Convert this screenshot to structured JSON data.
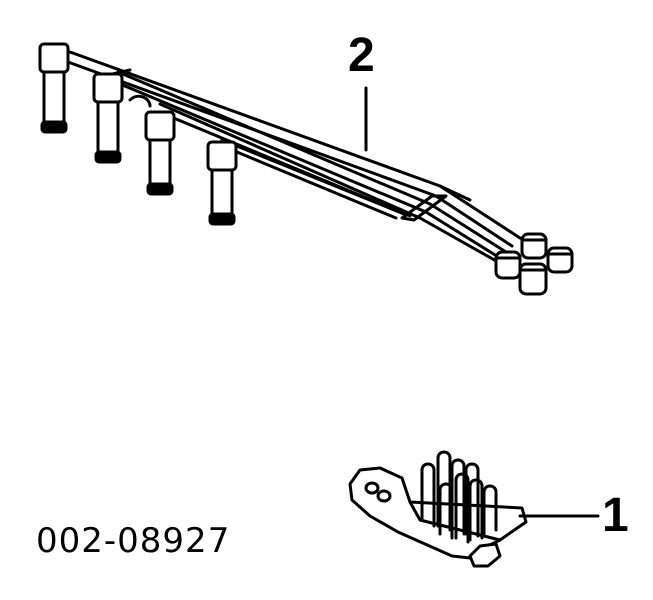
{
  "callouts": {
    "wire_set": "2",
    "bracket": "1"
  },
  "figure_code": "002-08927",
  "colors": {
    "line": "#000000",
    "background": "#ffffff"
  }
}
